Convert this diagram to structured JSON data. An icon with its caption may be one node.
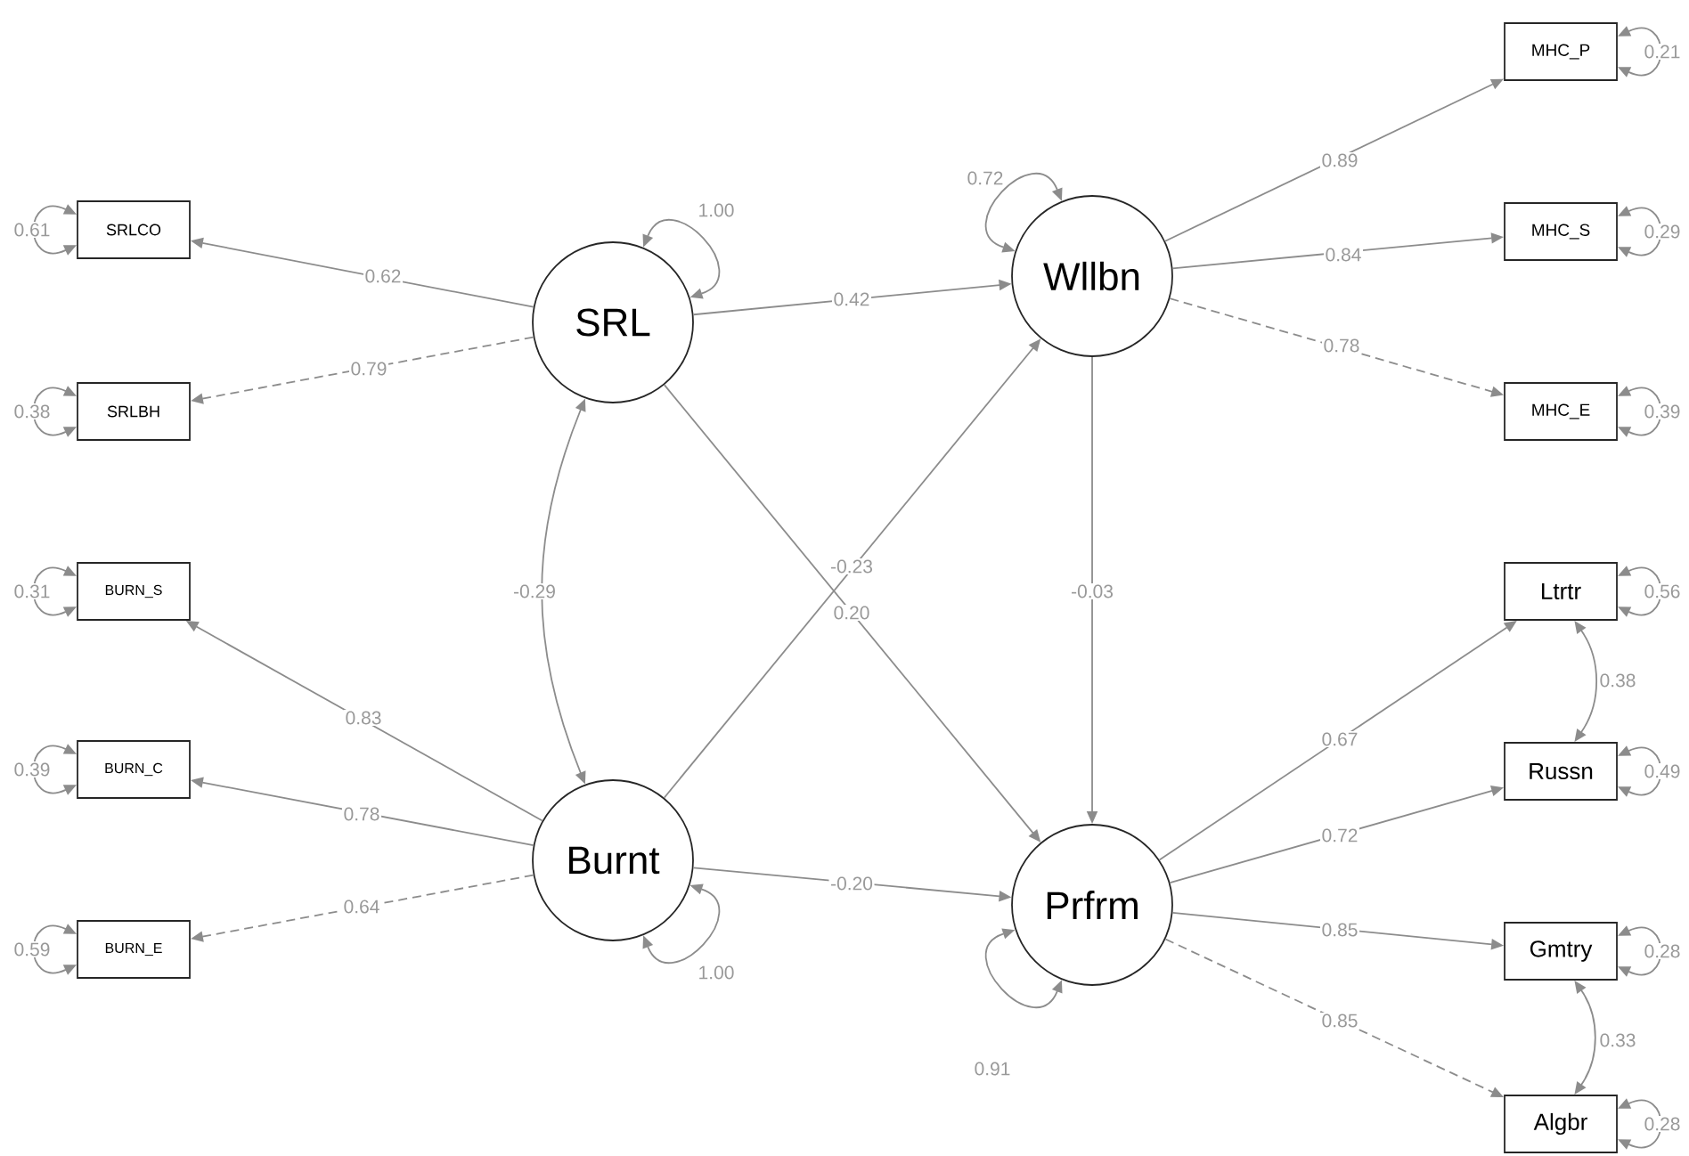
{
  "diagram": {
    "nodes": [
      {
        "text": [
          "SRL"
        ]
      },
      {
        "text": [
          "Wllbn"
        ]
      },
      {
        "text": [
          "Burnt"
        ]
      },
      {
        "text": [
          "Prfrm"
        ]
      },
      {
        "text": [
          "SRLCO"
        ]
      },
      {
        "text": [
          "SRLBH"
        ]
      },
      {
        "text": [
          "BURN_S"
        ]
      },
      {
        "text": [
          "BURN_C"
        ]
      },
      {
        "text": [
          "BURN_E"
        ]
      },
      {
        "text": [
          "MHC_P"
        ]
      },
      {
        "text": [
          "MHC_S"
        ]
      },
      {
        "text": [
          "MHC_E"
        ]
      },
      {
        "text": [
          "Ltrtr"
        ]
      },
      {
        "text": [
          "Russn"
        ]
      },
      {
        "text": [
          "Gmtry"
        ]
      },
      {
        "text": [
          "Algbr"
        ]
      }
    ],
    "edges": [
      {
        "from": 0,
        "to": 4,
        "arrow": "to",
        "label": "0.62"
      },
      {
        "from": 0,
        "to": 5,
        "arrow": "to",
        "label": "0.79",
        "style": "dashed"
      },
      {
        "from": 2,
        "to": 6,
        "arrow": "to",
        "label": "0.83"
      },
      {
        "from": 2,
        "to": 7,
        "arrow": "to",
        "label": "0.78"
      },
      {
        "from": 2,
        "to": 8,
        "arrow": "to",
        "label": "0.64",
        "style": "dashed"
      },
      {
        "from": 1,
        "to": 9,
        "arrow": "to",
        "label": "0.89"
      },
      {
        "from": 1,
        "to": 10,
        "arrow": "to",
        "label": "0.84"
      },
      {
        "from": 1,
        "to": 11,
        "arrow": "to",
        "label": "0.78",
        "style": "dashed"
      },
      {
        "from": 3,
        "to": 12,
        "arrow": "to",
        "label": "0.67"
      },
      {
        "from": 3,
        "to": 13,
        "arrow": "to",
        "label": "0.72"
      },
      {
        "from": 3,
        "to": 14,
        "arrow": "to",
        "label": "0.85"
      },
      {
        "from": 3,
        "to": 15,
        "arrow": "to",
        "label": "0.85",
        "style": "dashed"
      },
      {
        "from": 0,
        "to": 1,
        "arrow": "to",
        "label": "0.42"
      },
      {
        "from": 0,
        "to": 3,
        "arrow": "to",
        "label": "0.20"
      },
      {
        "from": 2,
        "to": 1,
        "arrow": "to",
        "label": "-0.23"
      },
      {
        "from": 1,
        "to": 3,
        "arrow": "to",
        "label": "-0.03"
      },
      {
        "from": 2,
        "to": 3,
        "arrow": "to",
        "label": "-0.20"
      },
      {
        "from": 0,
        "to": 2,
        "arrow": "both",
        "label": "-0.29"
      },
      {
        "from": 12,
        "to": 13,
        "arrow": "both",
        "label": "0.38"
      },
      {
        "from": 14,
        "to": 15,
        "arrow": "both",
        "label": "0.33"
      },
      {
        "from": 0,
        "to": 0,
        "arrow": "both",
        "label": "1.00"
      },
      {
        "from": 2,
        "to": 2,
        "arrow": "both",
        "label": "1.00"
      },
      {
        "from": 1,
        "to": 1,
        "arrow": "both",
        "label": "0.72"
      },
      {
        "from": 3,
        "to": 3,
        "arrow": "both",
        "label": "0.91"
      },
      {
        "from": 4,
        "to": 4,
        "arrow": "both",
        "label": "0.61"
      },
      {
        "from": 5,
        "to": 5,
        "arrow": "both",
        "label": "0.38"
      },
      {
        "from": 6,
        "to": 6,
        "arrow": "both",
        "label": "0.31"
      },
      {
        "from": 7,
        "to": 7,
        "arrow": "both",
        "label": "0.39"
      },
      {
        "from": 8,
        "to": 8,
        "arrow": "both",
        "label": "0.59"
      },
      {
        "from": 9,
        "to": 9,
        "arrow": "both",
        "label": "0.21"
      },
      {
        "from": 10,
        "to": 10,
        "arrow": "both",
        "label": "0.29"
      },
      {
        "from": 11,
        "to": 11,
        "arrow": "both",
        "label": "0.39"
      },
      {
        "from": 12,
        "to": 12,
        "arrow": "both",
        "label": "0.56"
      },
      {
        "from": 13,
        "to": 13,
        "arrow": "both",
        "label": "0.49"
      },
      {
        "from": 14,
        "to": 14,
        "arrow": "both",
        "label": "0.28"
      },
      {
        "from": 15,
        "to": 15,
        "arrow": "both",
        "label": "0.28"
      }
    ]
  }
}
